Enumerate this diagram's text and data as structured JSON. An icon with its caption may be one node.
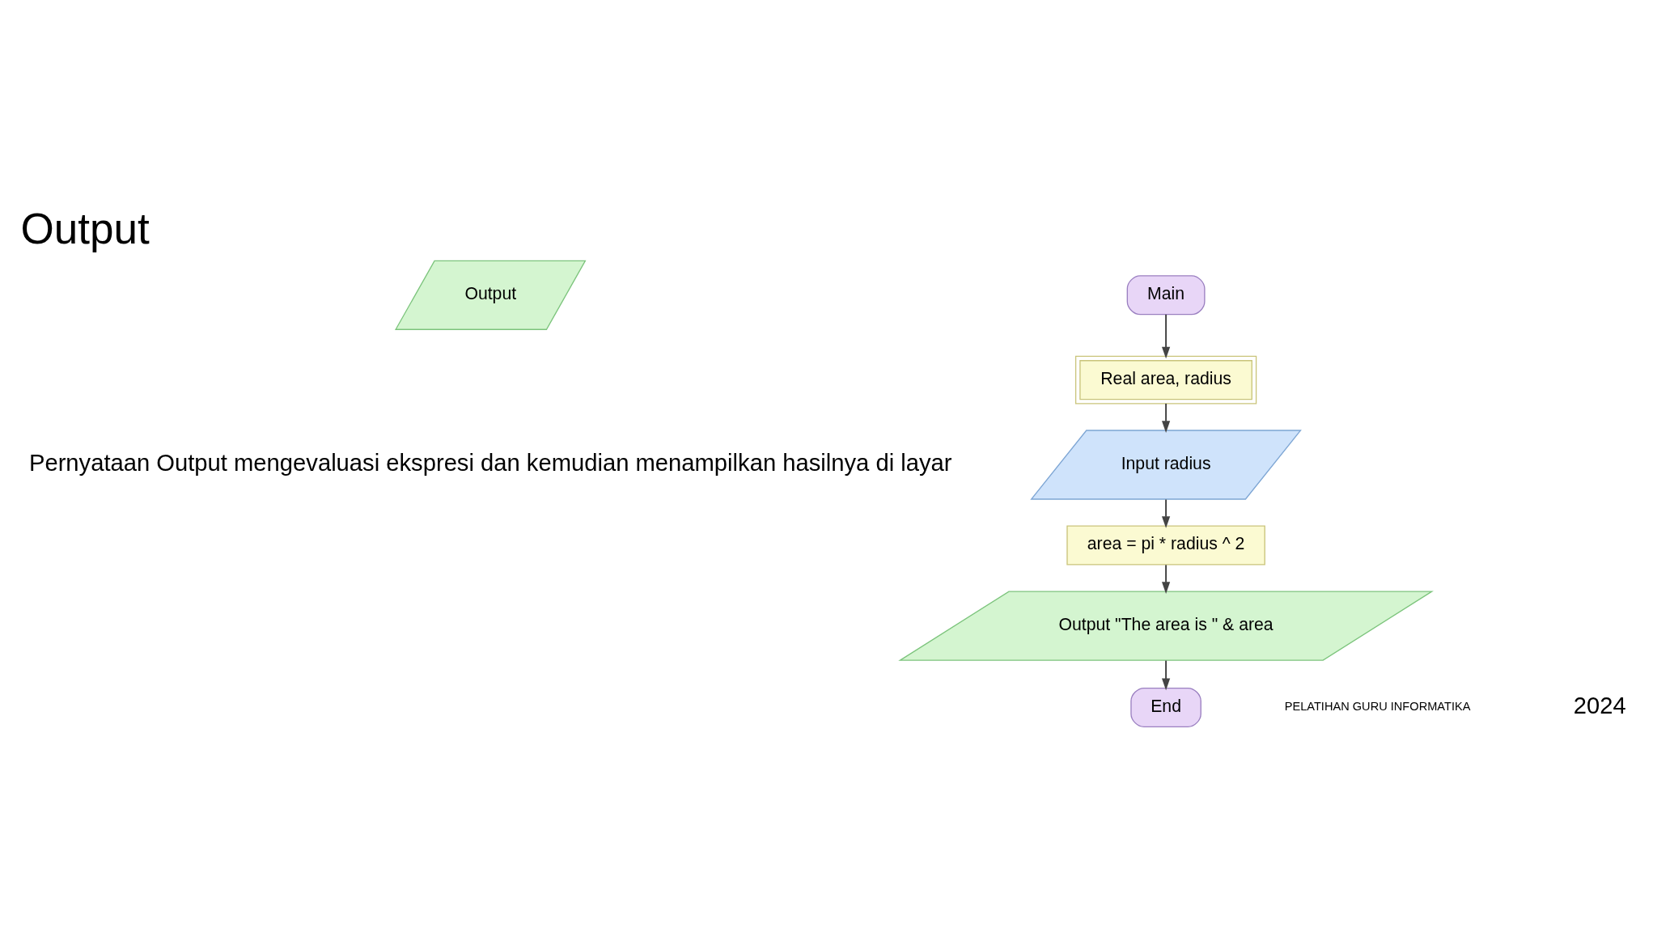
{
  "diagram": {
    "title": "Output",
    "nodes": [
      {
        "text": [
          "Output"
        ]
      },
      {
        "text": [
          "Main"
        ]
      },
      {
        "text": [
          "Real area, radius"
        ]
      },
      {
        "text": [
          "Input radius"
        ]
      },
      {
        "text": [
          "area = pi * radius ^ 2"
        ]
      },
      {
        "text": [
          "Output \"The area is \" & area"
        ]
      },
      {
        "text": [
          "End"
        ]
      }
    ],
    "edges": [
      {
        "from": 1,
        "to": 2,
        "arrow": "to"
      },
      {
        "from": 2,
        "to": 3,
        "arrow": "to"
      },
      {
        "from": 3,
        "to": 4,
        "arrow": "to"
      },
      {
        "from": 4,
        "to": 5,
        "arrow": "to"
      },
      {
        "from": 5,
        "to": 6,
        "arrow": "to"
      }
    ],
    "labels": [
      "Pernyataan Output mengevaluasi ekspresi dan kemudian menampilkan hasilnya di layar",
      "PELATIHAN GURU INFORMATIKA",
      "2024"
    ]
  }
}
